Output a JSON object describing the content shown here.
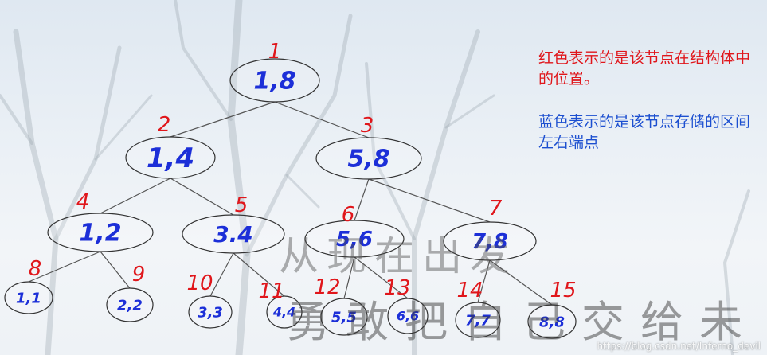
{
  "legend": {
    "red_text": "红色表示的是该节点在结构体中的位置。",
    "blue_text": "蓝色表示的是该节点存储的区间左右端点"
  },
  "nodes": [
    {
      "index": "1",
      "interval": "1,8"
    },
    {
      "index": "2",
      "interval": "1,4"
    },
    {
      "index": "3",
      "interval": "5,8"
    },
    {
      "index": "4",
      "interval": "1,2"
    },
    {
      "index": "5",
      "interval": "3.4"
    },
    {
      "index": "6",
      "interval": "5,6"
    },
    {
      "index": "7",
      "interval": "7,8"
    },
    {
      "index": "8",
      "interval": "1,1"
    },
    {
      "index": "9",
      "interval": "2,2"
    },
    {
      "index": "10",
      "interval": "3,3"
    },
    {
      "index": "11",
      "interval": "4,4"
    },
    {
      "index": "12",
      "interval": "5,5"
    },
    {
      "index": "13",
      "interval": "6,6"
    },
    {
      "index": "14",
      "interval": "7,7"
    },
    {
      "index": "15",
      "interval": "8,8"
    }
  ],
  "edges": [
    [
      1,
      2
    ],
    [
      1,
      3
    ],
    [
      2,
      4
    ],
    [
      2,
      5
    ],
    [
      3,
      6
    ],
    [
      3,
      7
    ],
    [
      4,
      8
    ],
    [
      4,
      9
    ],
    [
      5,
      10
    ],
    [
      5,
      11
    ],
    [
      6,
      12
    ],
    [
      6,
      13
    ],
    [
      7,
      14
    ],
    [
      7,
      15
    ]
  ],
  "watermark": {
    "line1": "从现在出发",
    "line2": "勇敢把自己交给未"
  },
  "credit": "https://blog.csdn.net/Inferno_devil",
  "colors": {
    "index_color": "#e0161b",
    "interval_color": "#1c2fd8",
    "edge_color": "#555555"
  }
}
